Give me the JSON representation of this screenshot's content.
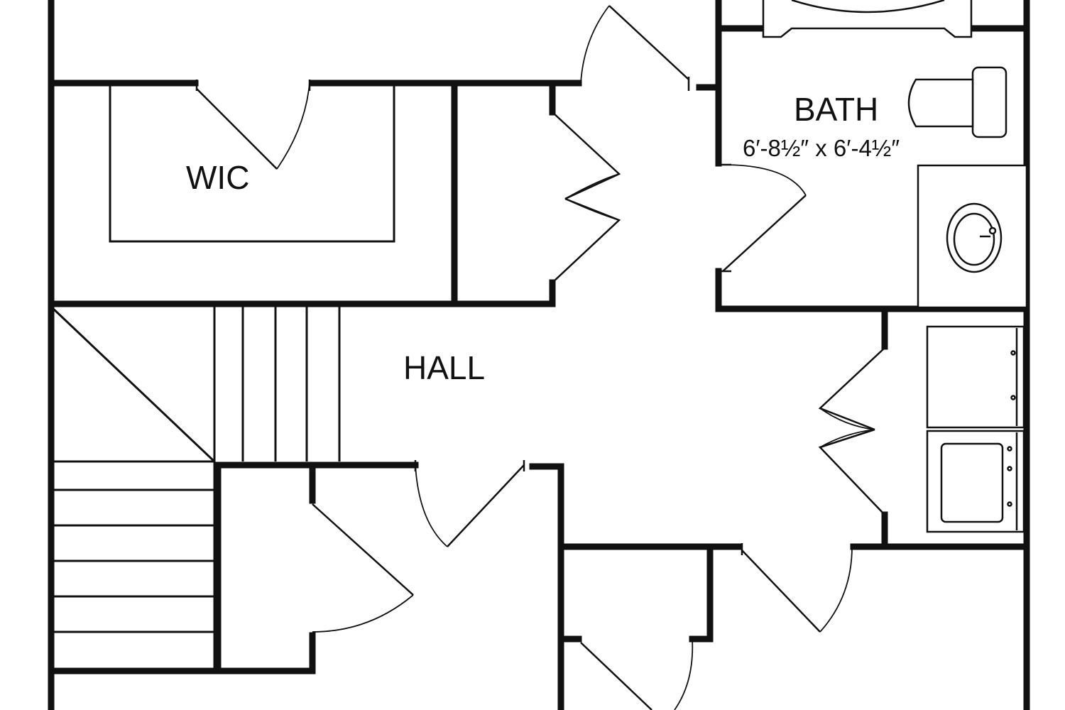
{
  "rooms": {
    "wic": {
      "label": "WIC"
    },
    "bath": {
      "label": "BATH",
      "dimensions": "6′-8½″ x 6′-4½″"
    },
    "hall": {
      "label": "HALL"
    }
  },
  "colors": {
    "line": "#111111",
    "background": "#ffffff"
  },
  "fixtures": [
    "bathtub",
    "toilet",
    "sink",
    "washer",
    "dryer",
    "stairs"
  ]
}
